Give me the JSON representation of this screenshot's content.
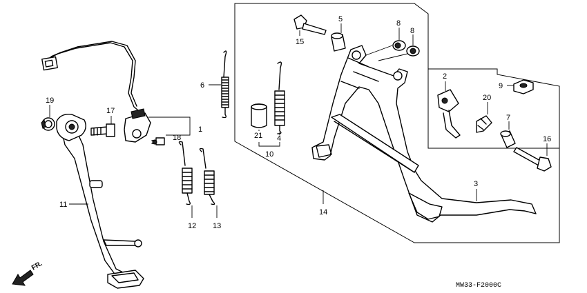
{
  "diagram": {
    "parts": [
      {
        "key": "p1",
        "label": "1"
      },
      {
        "key": "p2",
        "label": "2"
      },
      {
        "key": "p3",
        "label": "3"
      },
      {
        "key": "p4",
        "label": "4"
      },
      {
        "key": "p5",
        "label": "5"
      },
      {
        "key": "p6",
        "label": "6"
      },
      {
        "key": "p7",
        "label": "7"
      },
      {
        "key": "p8a",
        "label": "8"
      },
      {
        "key": "p8b",
        "label": "8"
      },
      {
        "key": "p9",
        "label": "9"
      },
      {
        "key": "p10",
        "label": "10"
      },
      {
        "key": "p11",
        "label": "11"
      },
      {
        "key": "p12",
        "label": "12"
      },
      {
        "key": "p13",
        "label": "13"
      },
      {
        "key": "p14",
        "label": "14"
      },
      {
        "key": "p15",
        "label": "15"
      },
      {
        "key": "p16",
        "label": "16"
      },
      {
        "key": "p17",
        "label": "17"
      },
      {
        "key": "p18",
        "label": "18"
      },
      {
        "key": "p19",
        "label": "19"
      },
      {
        "key": "p20",
        "label": "20"
      },
      {
        "key": "p21",
        "label": "21"
      }
    ],
    "direction_label": "FR.",
    "diagram_code": "MW33-F2000C"
  }
}
